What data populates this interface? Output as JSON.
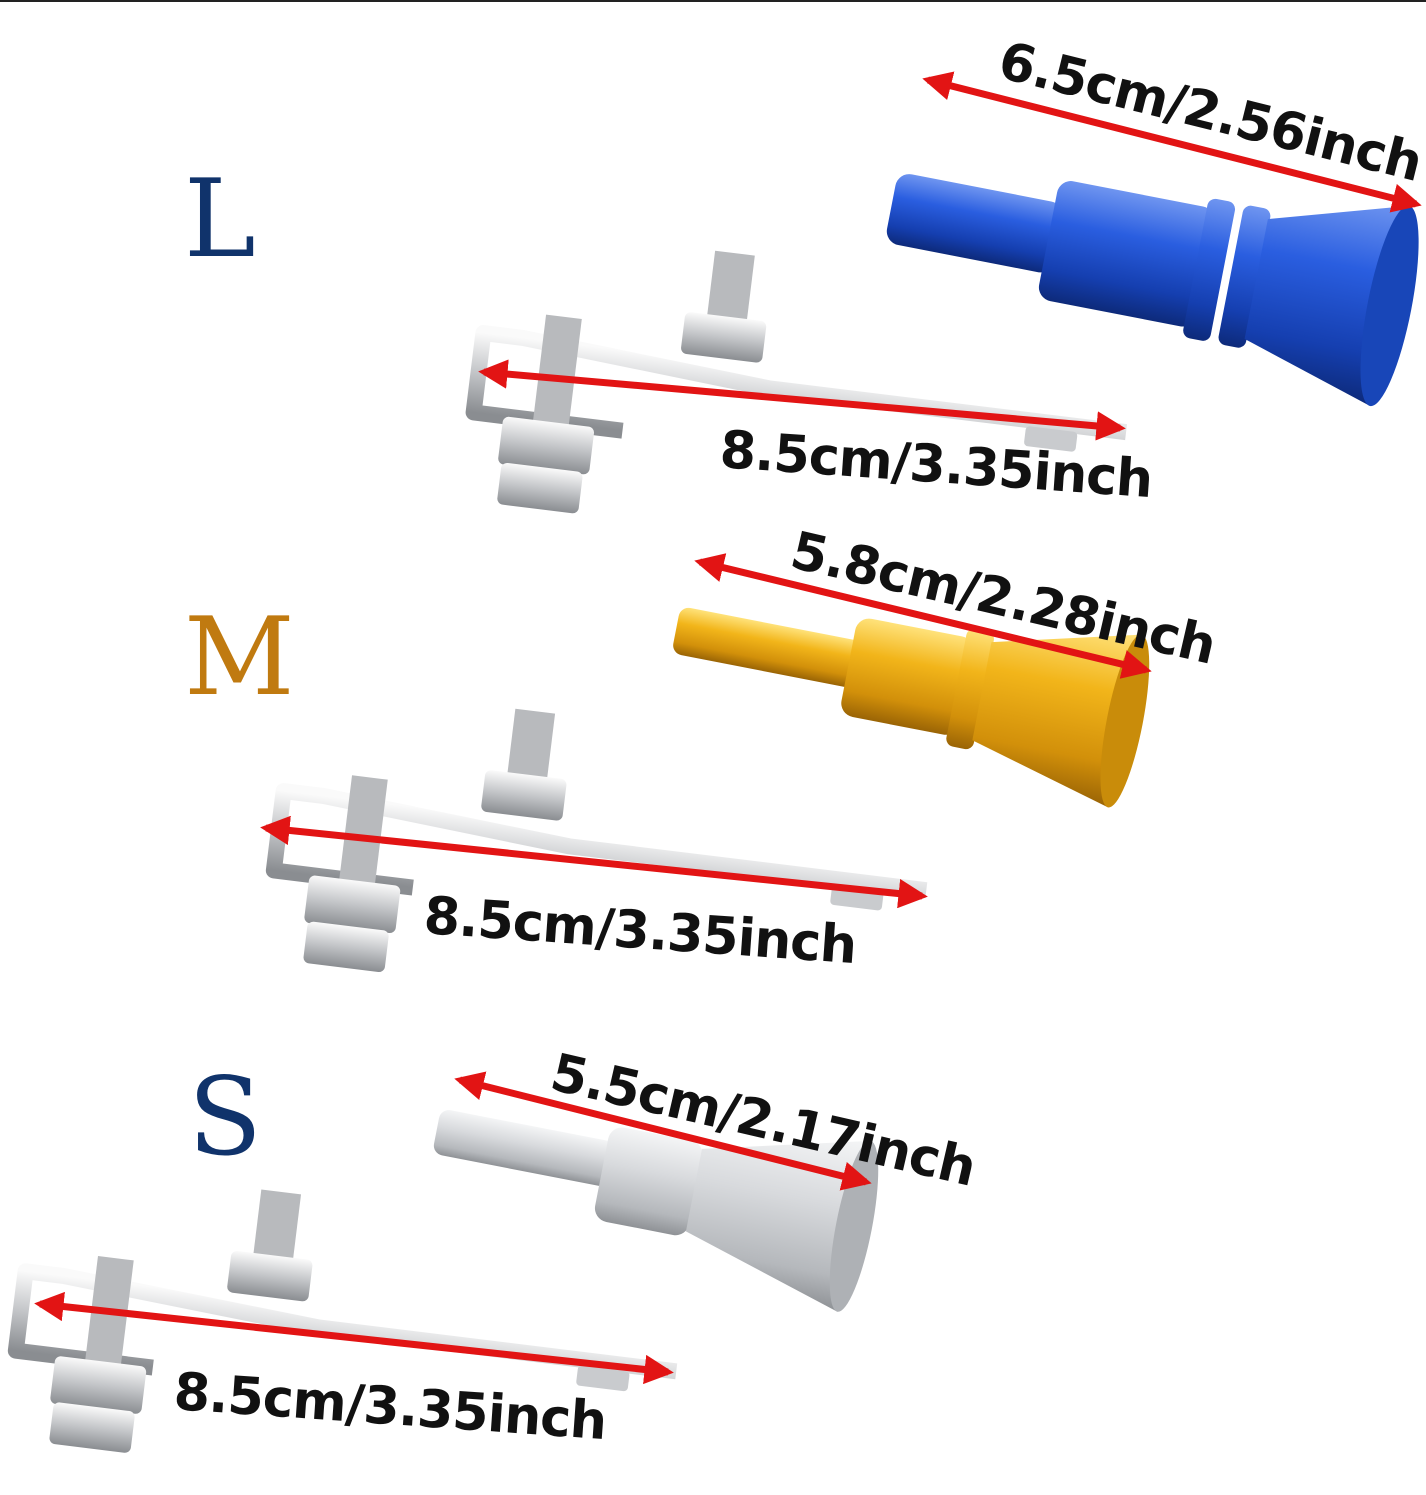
{
  "sizes": [
    {
      "letter": "L",
      "letter_color": "#10336b",
      "nozzle_color": "blue",
      "nozzle_dimension": "6.5cm/2.56inch",
      "bracket_dimension": "8.5cm/3.35inch"
    },
    {
      "letter": "M",
      "letter_color": "#c07a10",
      "nozzle_color": "gold",
      "nozzle_dimension": "5.8cm/2.28inch",
      "bracket_dimension": "8.5cm/3.35inch"
    },
    {
      "letter": "S",
      "letter_color": "#10336b",
      "nozzle_color": "silver",
      "nozzle_dimension": "5.5cm/2.17inch",
      "bracket_dimension": "8.5cm/3.35inch"
    }
  ],
  "colors": {
    "arrow": "#e21414",
    "blue_nozzle": "#1f4fd1",
    "gold_nozzle": "#e6a40f",
    "silver_nozzle": "#d4d6d9"
  }
}
